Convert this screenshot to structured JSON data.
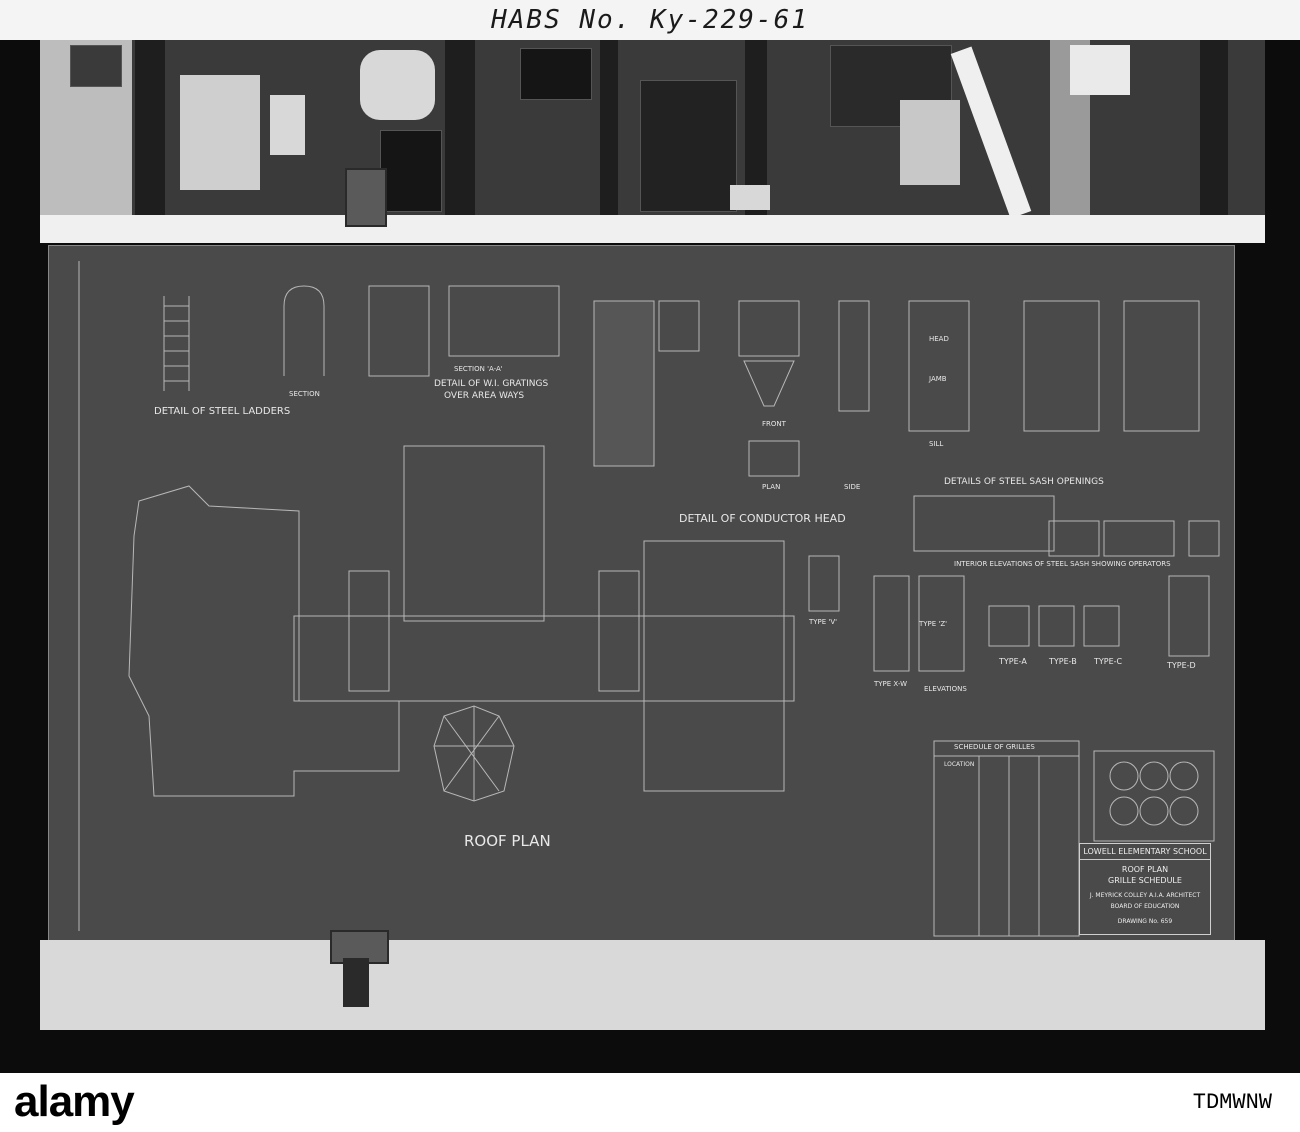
{
  "frame": {
    "habs_label": "HABS No. Ky-229-61"
  },
  "drawing": {
    "roof_plan": "ROOF PLAN",
    "steel_ladders": "DETAIL OF STEEL LADDERS",
    "section": "SECTION",
    "gratings_section": "SECTION 'A-A'",
    "gratings_detail": "DETAIL OF W.I. GRATINGS",
    "gratings_detail_2": "OVER AREA WAYS",
    "conductor_head": "DETAIL OF CONDUCTOR HEAD",
    "front": "FRONT",
    "plan": "PLAN",
    "side": "SIDE",
    "head": "HEAD",
    "jamb": "JAMB",
    "sill": "SILL",
    "sash_openings": "DETAILS OF STEEL SASH OPENINGS",
    "interior_elevations": "INTERIOR ELEVATIONS OF STEEL SASH SHOWING OPERATORS",
    "type_a": "TYPE-A",
    "type_b": "TYPE-B",
    "type_c": "TYPE-C",
    "type_d": "TYPE-D",
    "type_x": "TYPE X-W",
    "type_v": "TYPE 'V'",
    "type_z": "TYPE 'Z'",
    "elevations": "ELEVATIONS",
    "schedule_grilles": "SCHEDULE OF GRILLES",
    "location": "LOCATION"
  },
  "title_block": {
    "school": "LOWELL ELEMENTARY SCHOOL",
    "line2": "ROOF PLAN",
    "line3": "GRILLE SCHEDULE",
    "architect": "J. MEYRICK COLLEY A.I.A. ARCHITECT",
    "board": "BOARD OF EDUCATION",
    "drawing_no": "DRAWING No. 659"
  },
  "watermark": {
    "brand": "alamy",
    "image_id": "TDMWNW"
  }
}
